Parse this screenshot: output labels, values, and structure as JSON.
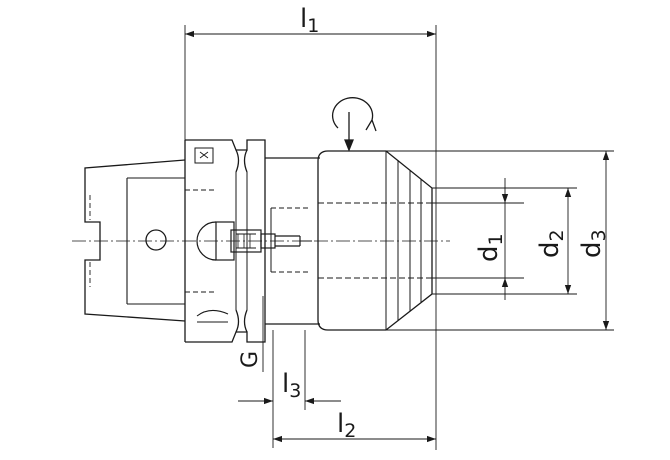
{
  "diagram": {
    "type": "technical-drawing",
    "subject": "HSK tool holder with collet chuck",
    "colors": {
      "line": "#1a1a1a",
      "background": "#ffffff"
    },
    "rotation_indicator": "clockwise-arrow-icon",
    "labels": {
      "l1": {
        "main": "l",
        "sub": "1"
      },
      "l2": {
        "main": "l",
        "sub": "2"
      },
      "l3": {
        "main": "l",
        "sub": "3"
      },
      "d1": {
        "main": "d",
        "sub": "1"
      },
      "d2": {
        "main": "d",
        "sub": "2"
      },
      "d3": {
        "main": "d",
        "sub": "3"
      },
      "G": "G"
    }
  }
}
